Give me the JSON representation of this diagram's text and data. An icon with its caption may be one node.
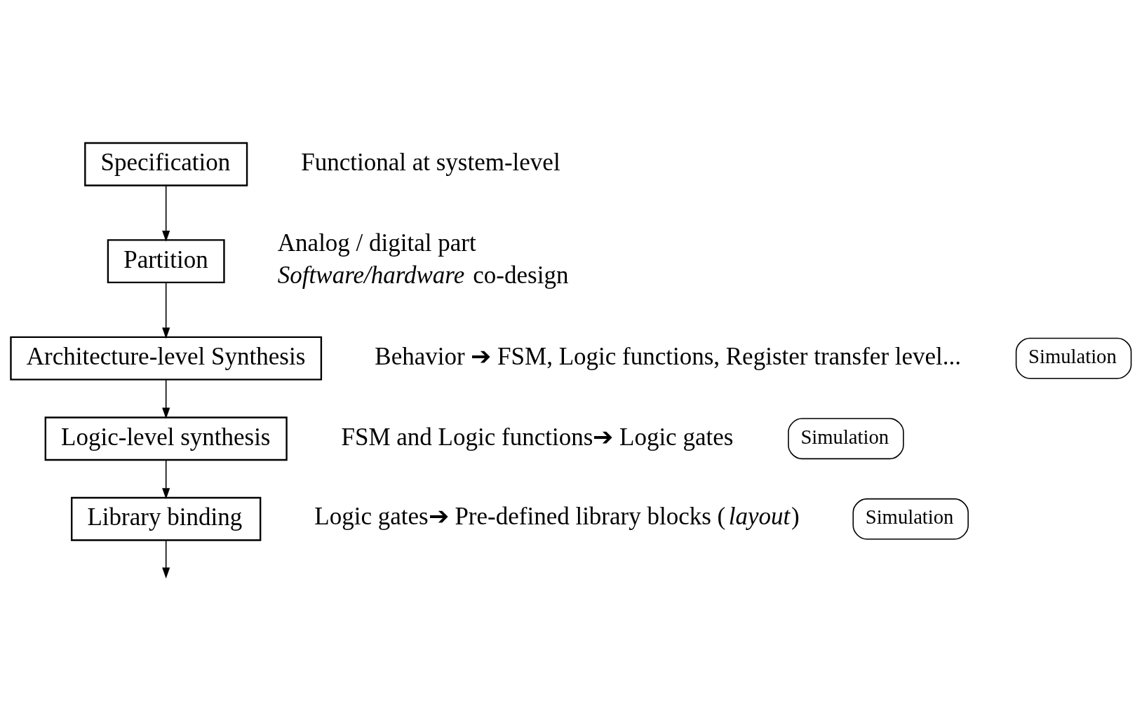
{
  "diagram": {
    "nodes": [
      {
        "text": [
          "Specification"
        ],
        "beside": [
          "Functional at system-level"
        ]
      },
      {
        "text": [
          "Partition"
        ],
        "beside": [
          "Analog / digital part",
          "*Software/hardware* co-design"
        ]
      },
      {
        "text": [
          "Simulation"
        ]
      },
      {
        "text": [
          "Architecture-level Synthesis"
        ],
        "beside": [
          "Behavior ➔ FSM, Logic functions, Register transfer level..."
        ]
      },
      {
        "text": [
          "Simulation"
        ]
      },
      {
        "text": [
          "Logic-level synthesis"
        ],
        "beside": [
          "FSM and Logic functions➔ Logic gates"
        ]
      },
      {
        "text": [
          "Simulation"
        ]
      },
      {
        "text": [
          "Library binding"
        ],
        "beside": [
          "Logic gates➔ Pre-defined library blocks (*layout*)"
        ]
      }
    ],
    "edges": [
      {
        "from": 0,
        "to": 1,
        "arrow": "to"
      },
      {
        "from": 1,
        "to": 3,
        "arrow": "to"
      },
      {
        "from": 3,
        "to": 5,
        "arrow": "to"
      },
      {
        "from": 5,
        "to": 7,
        "arrow": "to"
      },
      {
        "from": 7,
        "to": null,
        "arrow": "to"
      }
    ]
  }
}
